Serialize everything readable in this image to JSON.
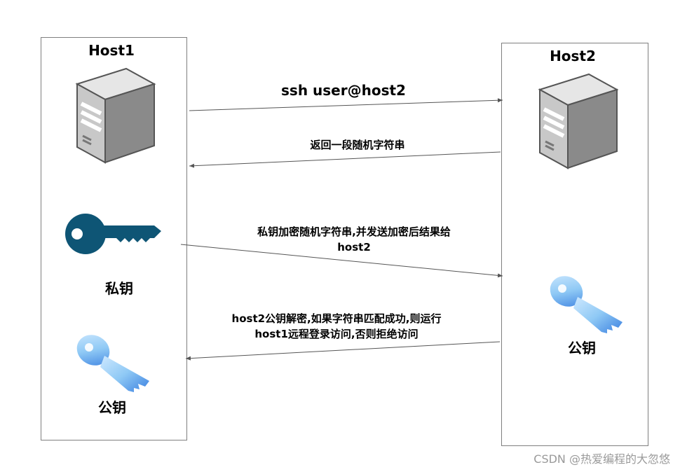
{
  "hosts": {
    "host1": {
      "title": "Host1",
      "private_key_label": "私钥",
      "public_key_label": "公钥"
    },
    "host2": {
      "title": "Host2",
      "public_key_label": "公钥"
    }
  },
  "messages": [
    {
      "text": "ssh user@host2"
    },
    {
      "text": "返回一段随机字符串"
    },
    {
      "line1": "私钥加密随机字符串,并发送加密后结果给",
      "line2": "host2"
    },
    {
      "line1": "host2公钥解密,如果字符串匹配成功,则运行",
      "line2": "host1远程登录访问,否则拒绝访问"
    }
  ],
  "icons": {
    "server": "server-icon",
    "private_key": "private-key-icon",
    "public_key": "public-key-icon"
  },
  "colors": {
    "private_key": "#0e5575",
    "public_key_light": "#8fc9f5",
    "public_key_dark": "#3a7fe0",
    "server_front": "#c8c8c8",
    "server_side": "#8a8a8a"
  },
  "watermark": "CSDN @热爱编程的大忽悠"
}
